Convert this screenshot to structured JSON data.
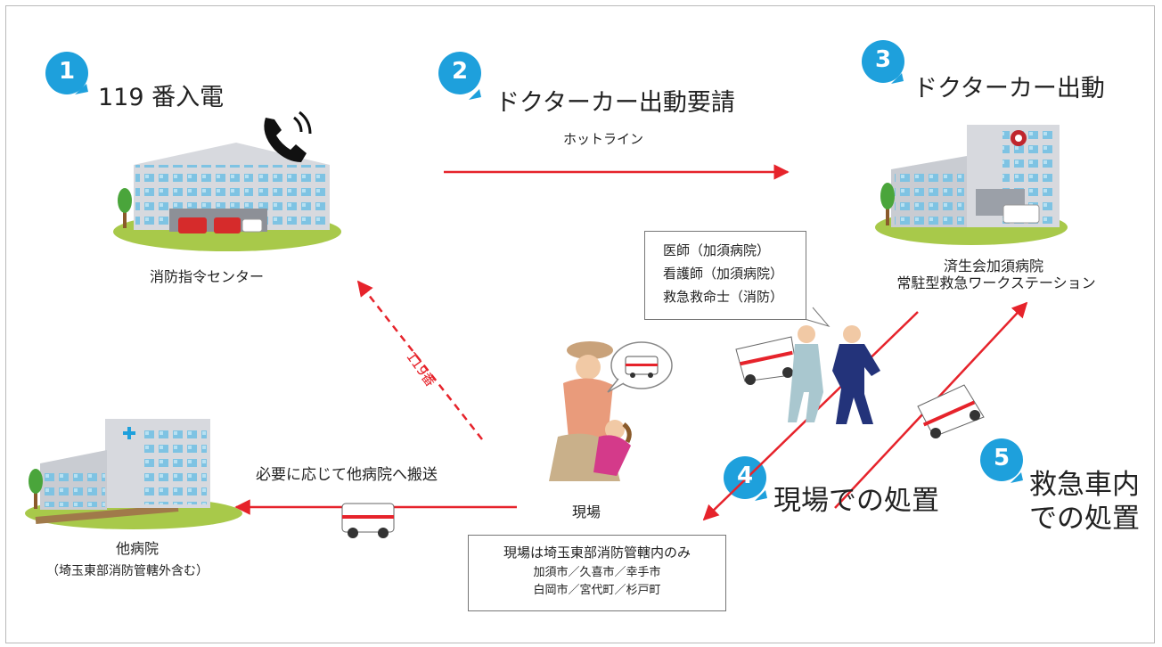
{
  "steps": [
    {
      "number": "1",
      "title": "119 番入電"
    },
    {
      "number": "2",
      "title": "ドクターカー出動要請"
    },
    {
      "number": "3",
      "title": "ドクターカー出動"
    },
    {
      "number": "4",
      "title": "現場での処置"
    },
    {
      "number": "5",
      "title_line1": "救急車内",
      "title_line2": "での処置"
    }
  ],
  "labels": {
    "hotline": "ホットライン",
    "fire_center": "消防指令センター",
    "hospital_line1": "済生会加須病院",
    "hospital_line2": "常駐型救急ワークステーション",
    "scene": "現場",
    "other_hospital": "他病院",
    "other_hospital_note": "（埼玉東部消防管轄外含む）",
    "transfer": "必要に応じて他病院へ搬送",
    "call_119": "119番"
  },
  "staff_box": [
    "医師（加須病院）",
    "看護師（加須病院）",
    "救急救命士（消防）"
  ],
  "area_box": {
    "title": "現場は埼玉東部消防管轄内のみ",
    "line1": "加須市／久喜市／幸手市",
    "line2": "白岡市／宮代町／杉戸町"
  },
  "colors": {
    "badge": "#1ea0dc",
    "arrow": "#e6232b",
    "ground": "#a8c94a",
    "building": "#c9ccd2",
    "window": "#7ec3e3"
  },
  "icons": [
    "phone-ringing-icon",
    "ambulance-icon",
    "medical-cross-icon",
    "speech-bubble-icon"
  ]
}
